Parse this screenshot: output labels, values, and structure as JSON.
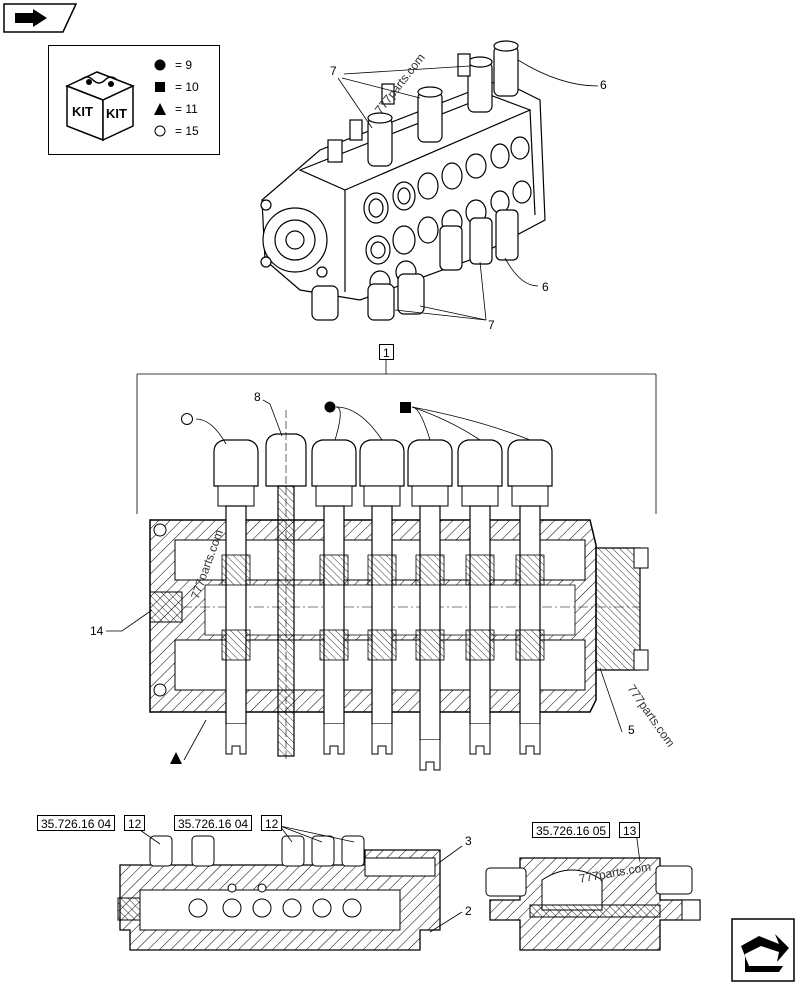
{
  "legend": [
    {
      "symbol": "filled-circle",
      "value": "= 9"
    },
    {
      "symbol": "filled-square",
      "value": "= 10"
    },
    {
      "symbol": "filled-triangle",
      "value": "= 11"
    },
    {
      "symbol": "open-circle",
      "value": "= 15"
    }
  ],
  "kit_icon": {
    "label_left": "KIT",
    "label_right": "KIT"
  },
  "callouts": {
    "c7_top": "7",
    "c6_top": "6",
    "c6_bottom": "6",
    "c7_bottom": "7",
    "c1": "1",
    "c8": "8",
    "c14": "14",
    "c5": "5",
    "c3": "3",
    "c2": "2",
    "c12_a": "12",
    "c12_b": "12",
    "c13": "13"
  },
  "references": {
    "ref_a": "35.726.16 04",
    "ref_b": "35.726.16 04",
    "ref_c": "35.726.16 05"
  },
  "watermark": "777parts.com",
  "colors": {
    "line": "#000000",
    "hatch": "#000000",
    "background": "#ffffff"
  }
}
